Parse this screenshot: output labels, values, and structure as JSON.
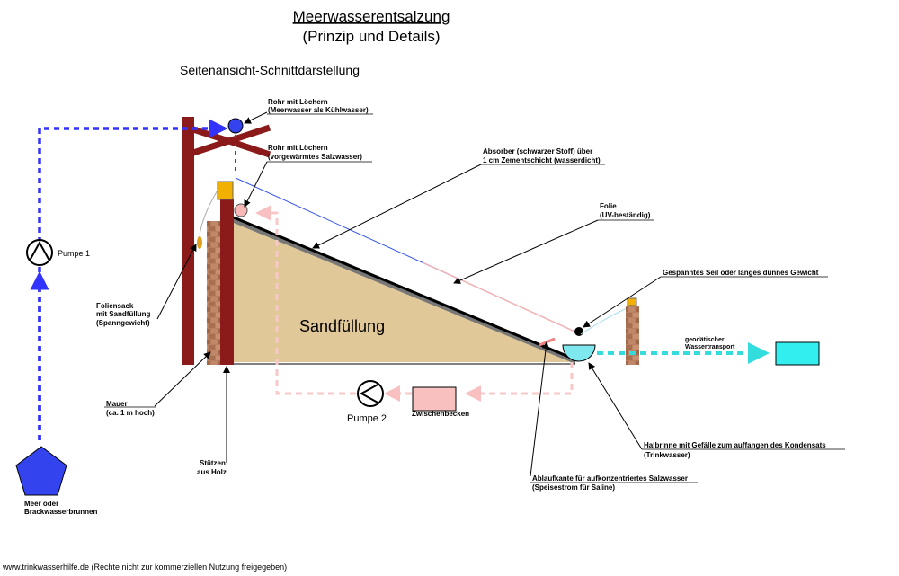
{
  "title": "Meerwasserentsalzung",
  "subtitle": "(Prinzip und Details)",
  "view_label": "Seitenansicht-Schnittdarstellung",
  "fill_label": "Sandfüllung",
  "labels": {
    "pipe_top_1": "Rohr mit Löchern",
    "pipe_top_2": "(Meerwasser als Kühlwasser)",
    "pipe_mid_1": "Rohr mit Löchern",
    "pipe_mid_2": "(vorgewärmtes Salzwasser)",
    "absorber_1": "Absorber (schwarzer Stoff) über",
    "absorber_2": "1 cm Zementschicht (wasserdicht)",
    "foil_1": "Folie",
    "foil_2": "(UV-beständig)",
    "rope": "Gespanntes Seil oder langes dünnes Gewicht",
    "transport_1": "geodätischer",
    "transport_2": "Wassertransport",
    "pump1": "Pumpe 1",
    "pump2": "Pumpe 2",
    "buffer": "Zwischenbecken",
    "bag_1": "Foliensack",
    "bag_2": "mit Sandfüllung",
    "bag_3": "(Spanngewicht)",
    "wall_1": "Mauer",
    "wall_2": "(ca. 1 m hoch)",
    "supports_1": "Stützen",
    "supports_2": "aus Holz",
    "sea_1": "Meer oder",
    "sea_2": "Brackwasserbrunnen",
    "channel_1": "Halbrinne mit Gefälle zum auffangen des Kondensats",
    "channel_2": "(Trinkwasser)",
    "edge_1": "Ablaufkante für aufkonzentriertes Salzwasser",
    "edge_2": "(Speisestrom für Saline)"
  },
  "footer": "www.trinkwasserhilfe.de (Rechte nicht zur kommerziellen Nutzung freigegeben)",
  "colors": {
    "seawater": "#3333ff",
    "brine": "#f8c8c8",
    "freshwater": "#33dddd",
    "wood": "#8b1a1a",
    "sand": "#e0c898",
    "brick": "#b07050"
  }
}
